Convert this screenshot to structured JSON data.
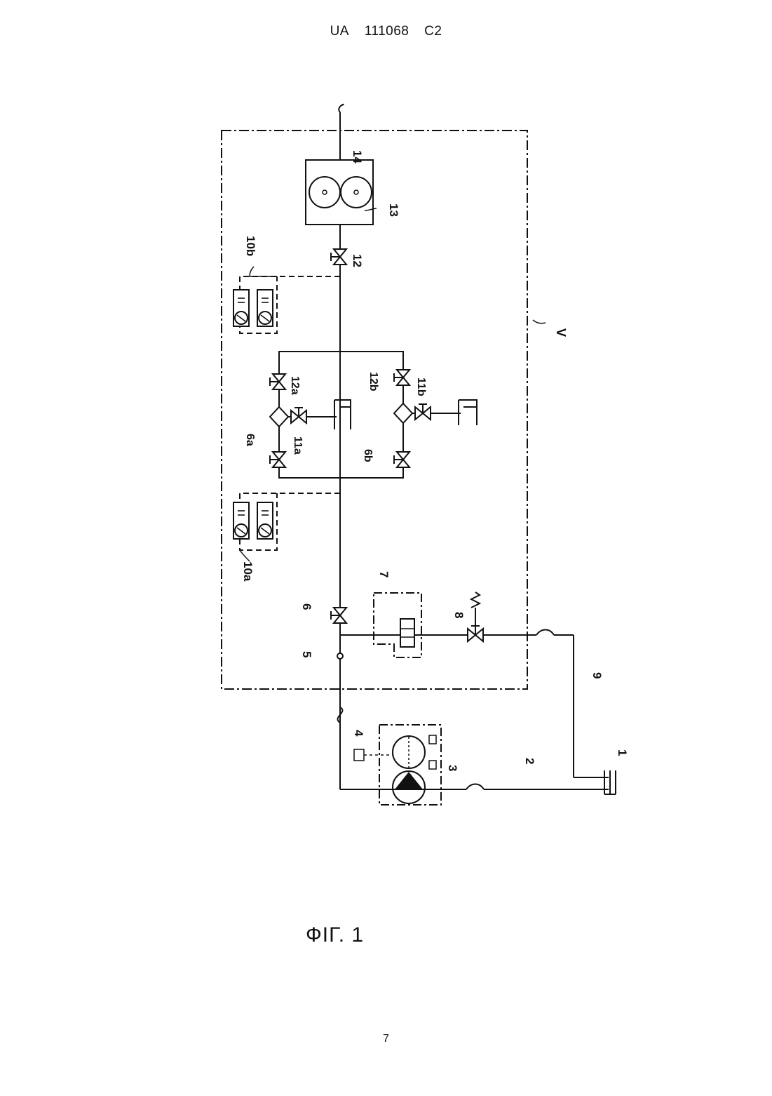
{
  "header": {
    "country": "UA",
    "number": "111068",
    "kind": "C2"
  },
  "figure": {
    "caption": "ФІГ. 1",
    "labels": {
      "l1": "1",
      "l2": "2",
      "l3": "3",
      "l4": "4",
      "l5": "5",
      "l6": "6",
      "l6a": "6a",
      "l6b": "6b",
      "l7": "7",
      "l8": "8",
      "l9": "9",
      "l10a": "10a",
      "l10b": "10b",
      "l11a": "11a",
      "l11b": "11b",
      "l12": "12",
      "l12a": "12a",
      "l12b": "12b",
      "l13": "13",
      "l14": "14",
      "lV": "V"
    }
  },
  "page_number": "7"
}
